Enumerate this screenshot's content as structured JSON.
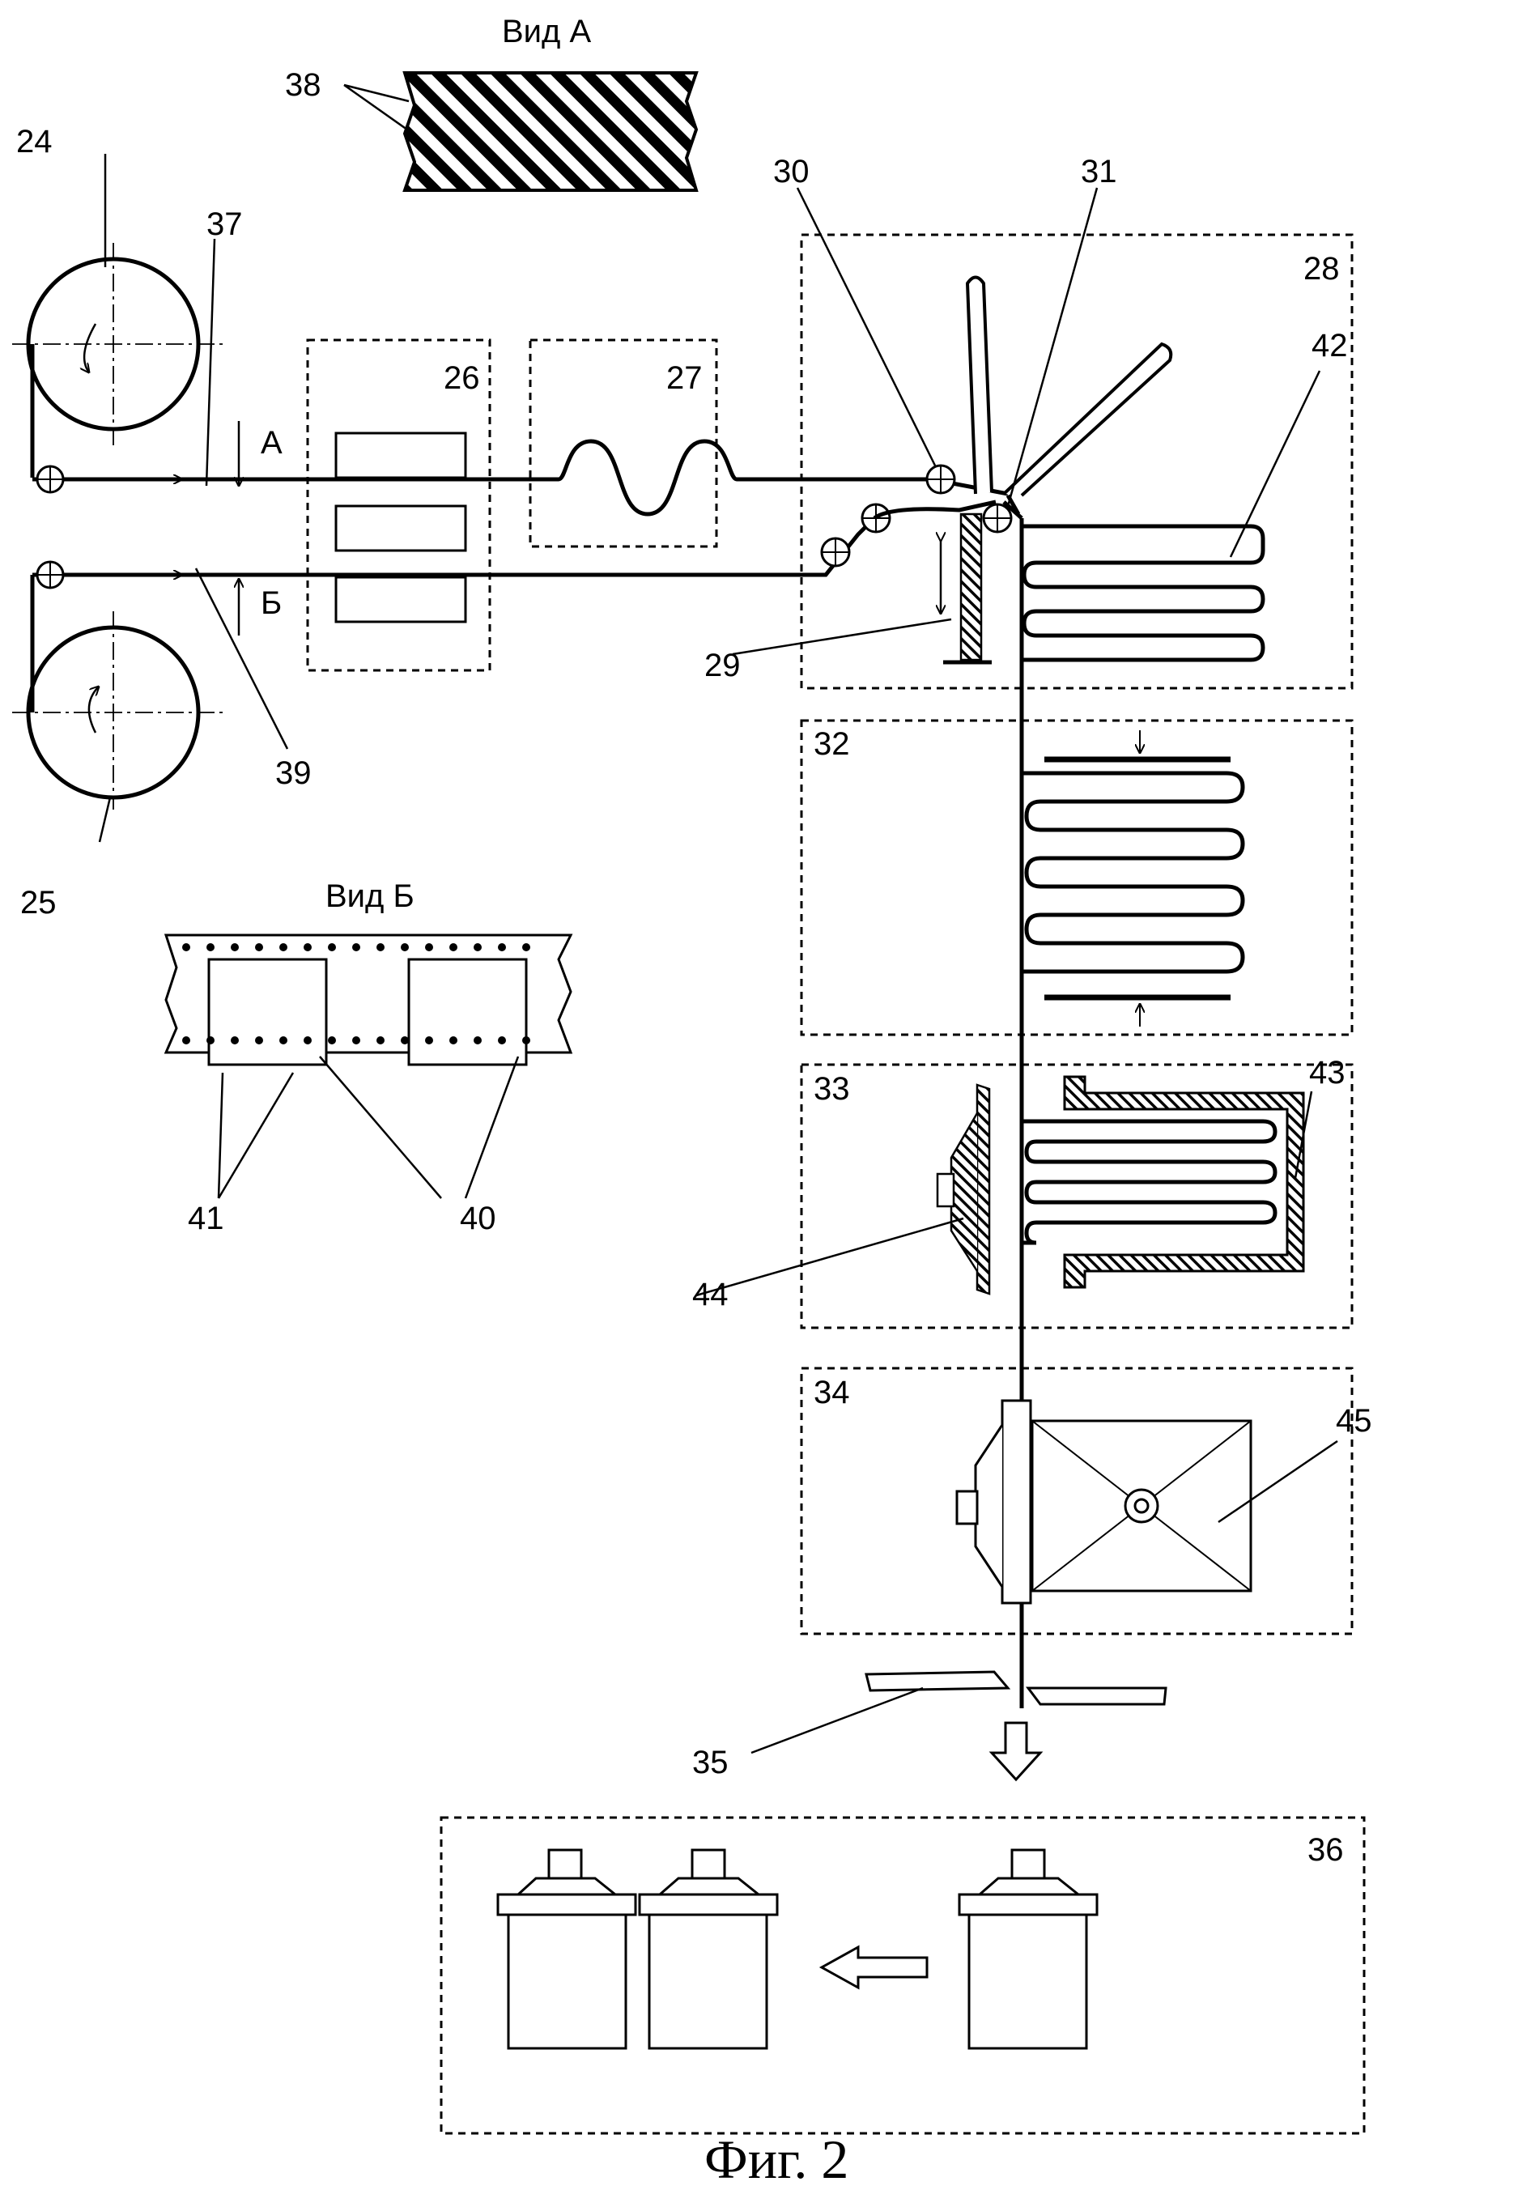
{
  "views": {
    "view_a_title": "Вид А",
    "view_b_title": "Вид Б",
    "dir_a": "А",
    "dir_b": "Б"
  },
  "labels": {
    "n24": "24",
    "n25": "25",
    "n26": "26",
    "n27": "27",
    "n28": "28",
    "n29": "29",
    "n30": "30",
    "n31": "31",
    "n32": "32",
    "n33": "33",
    "n34": "34",
    "n35": "35",
    "n36": "36",
    "n37": "37",
    "n38": "38",
    "n39": "39",
    "n40": "40",
    "n41": "41",
    "n42": "42",
    "n43": "43",
    "n44": "44",
    "n45": "45"
  },
  "caption": "Фиг. 2"
}
